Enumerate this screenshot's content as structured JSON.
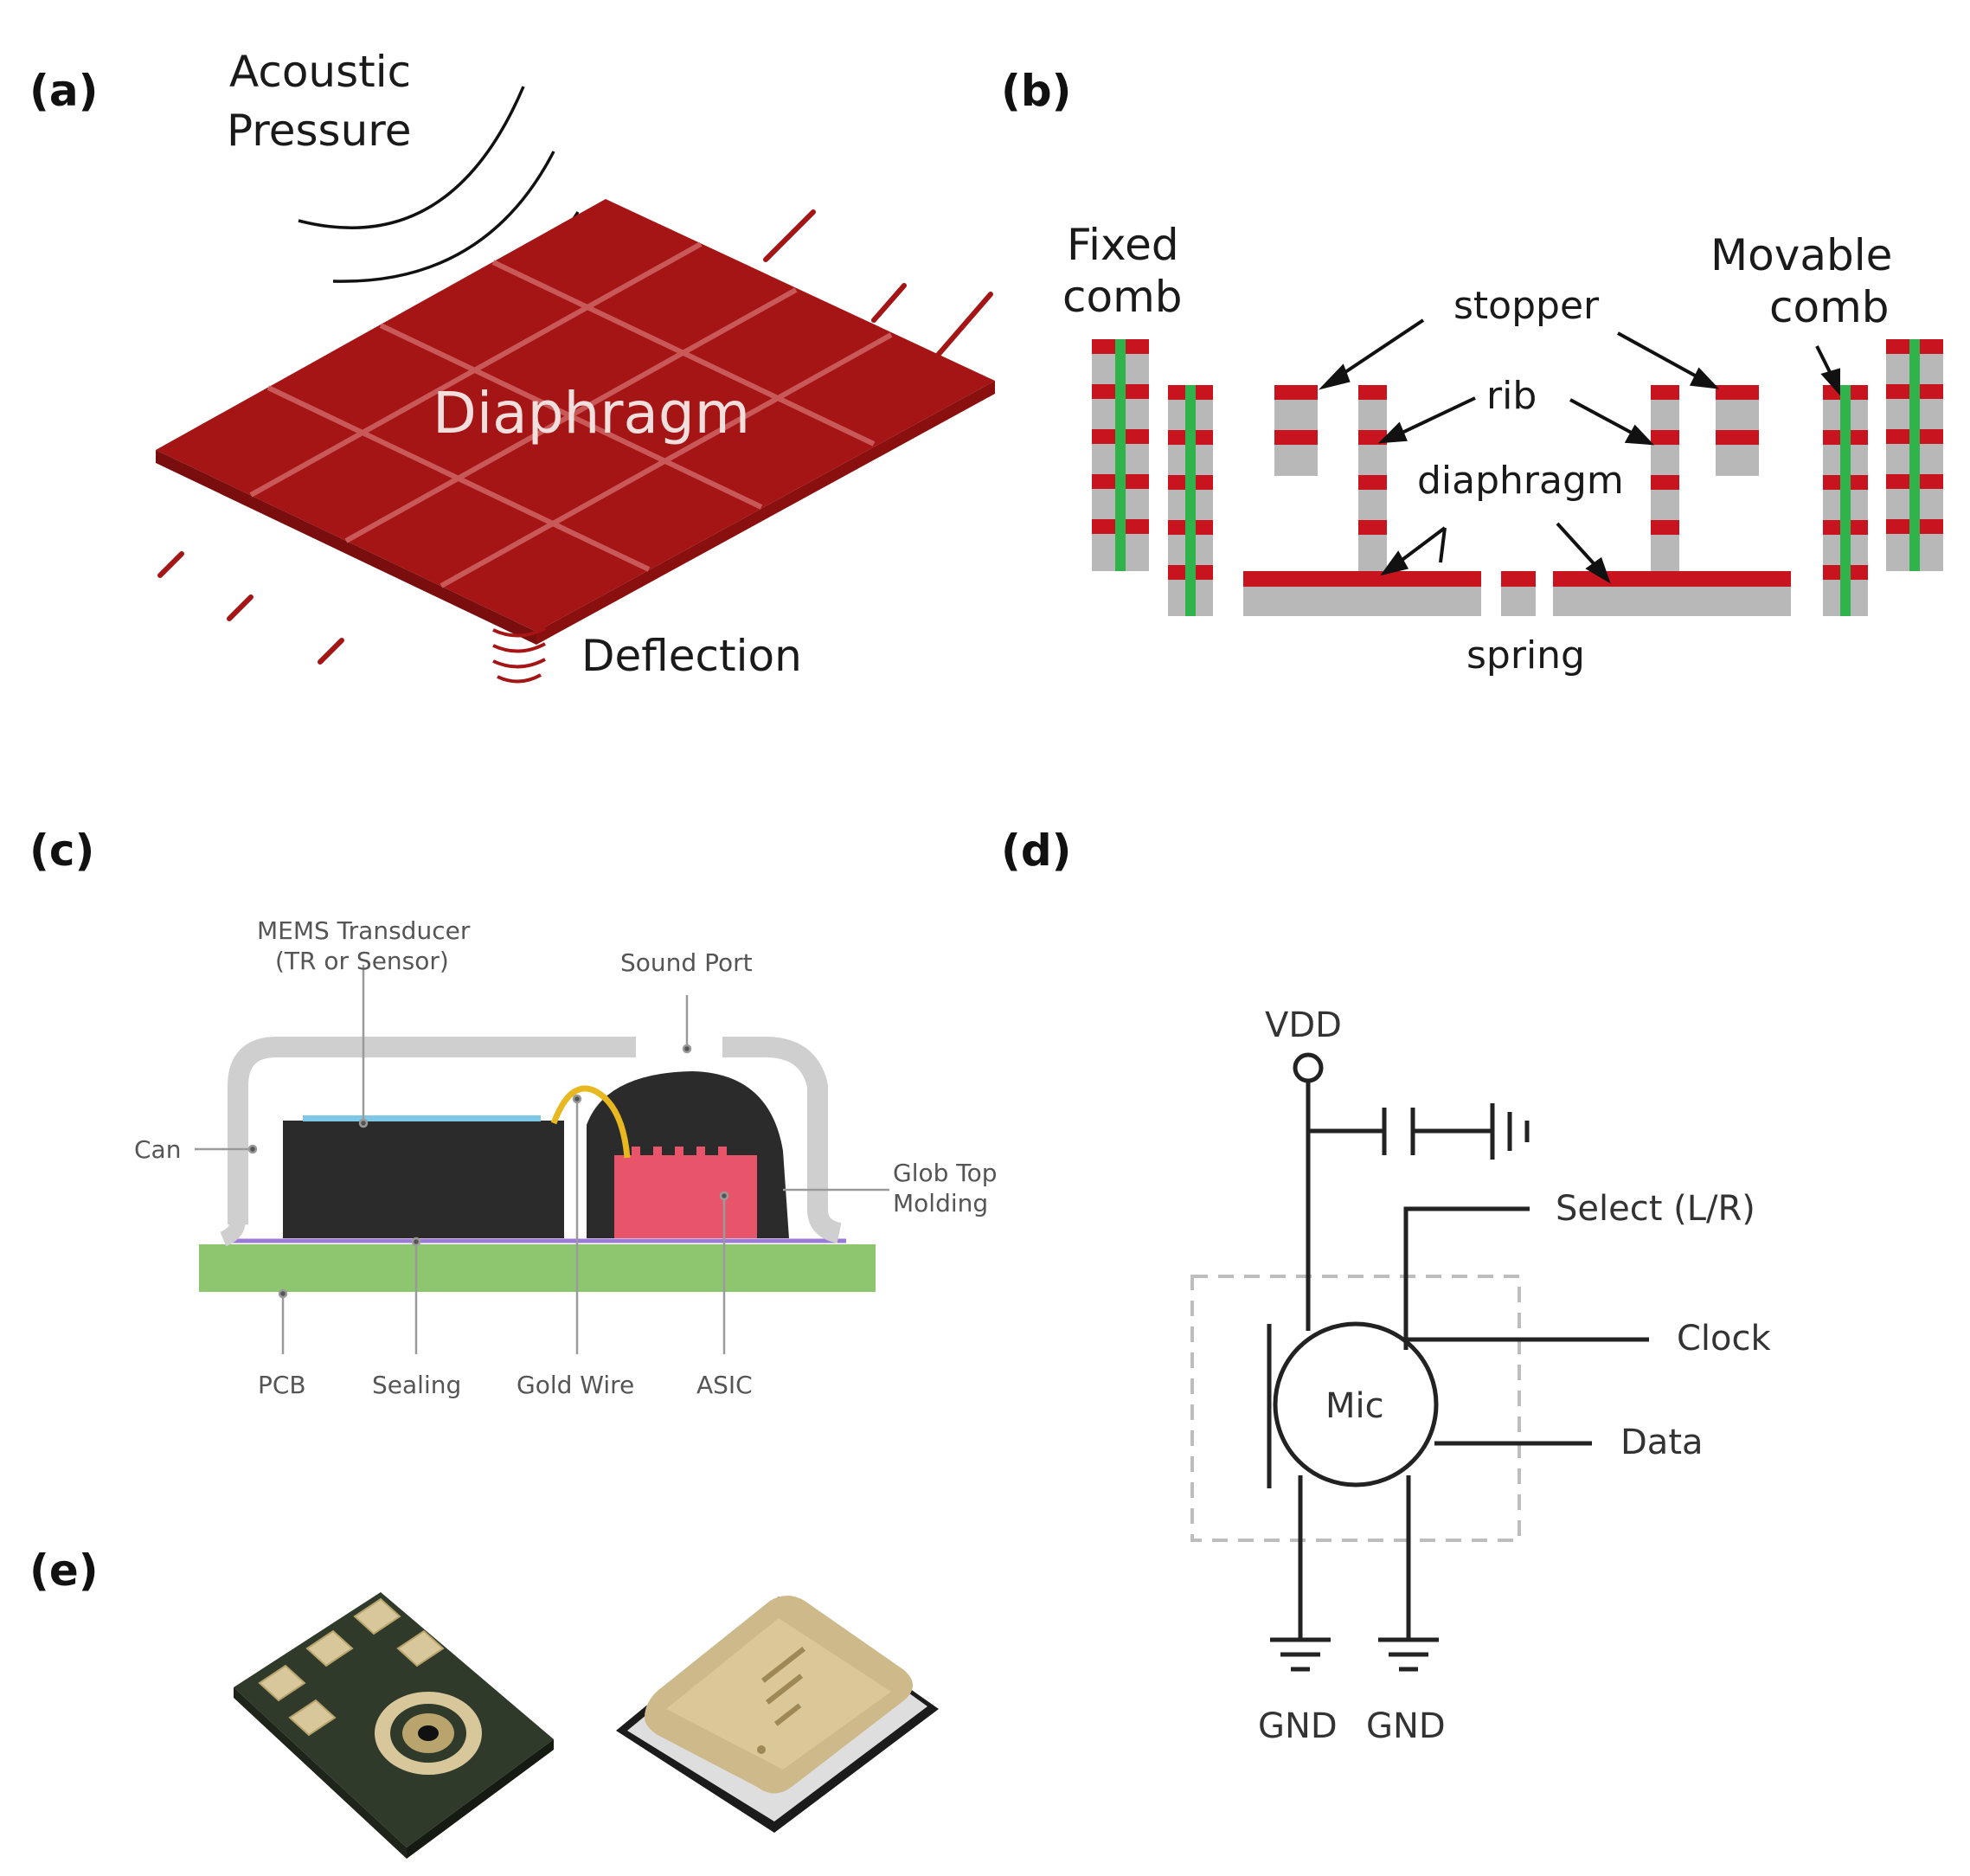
{
  "panels": {
    "a": {
      "label": "(a)",
      "acoustic_pressure": [
        "Acoustic",
        "Pressure"
      ],
      "diaphragm": "Diaphragm",
      "deflection": "Deflection",
      "color": "#a51515"
    },
    "b": {
      "label": "(b)",
      "fixed_comb": [
        "Fixed",
        "comb"
      ],
      "movable_comb": [
        "Movable",
        "comb"
      ],
      "stopper": "stopper",
      "rib": "rib",
      "diaphragm": "diaphragm",
      "spring": "spring",
      "colors": {
        "red": "#c8141e",
        "gray": "#b8b8b8",
        "green": "#2fb34a"
      }
    },
    "c": {
      "label": "(c)",
      "mems_transducer": [
        "MEMS Transducer",
        "(TR or Sensor)"
      ],
      "sound_port": "Sound Port",
      "can": "Can",
      "glob_top": [
        "Glob Top",
        "Molding"
      ],
      "pcb": "PCB",
      "sealing": "Sealing",
      "gold_wire": "Gold Wire",
      "asic": "ASIC",
      "colors": {
        "pcb": "#8dc66f",
        "asic": "#e8556a",
        "can": "#cfcfcf",
        "transducer": "#2b2b2b",
        "wire": "#e8b820"
      }
    },
    "d": {
      "label": "(d)",
      "vdd": "VDD",
      "select": "Select (L/R)",
      "clock": "Clock",
      "data": "Data",
      "mic": "Mic",
      "gnd1": "GND",
      "gnd2": "GND"
    },
    "e": {
      "label": "(e)"
    }
  }
}
